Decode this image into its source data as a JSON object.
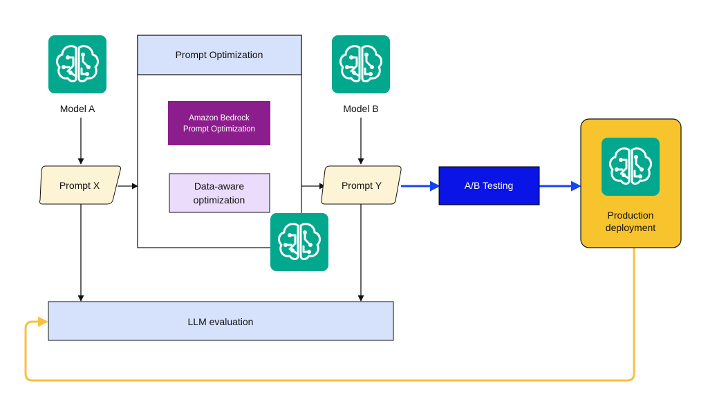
{
  "colors": {
    "model_icon_bg": "#01A88D",
    "bedrock_box": "#8C1D8C",
    "ab_testing": "#0A14E6",
    "production": "#F8C42D",
    "feedback_loop": "#F8C040",
    "flow_arrow_blue": "#1543F5",
    "light_blue_box": "#D6E2FB",
    "lavender_box": "#EADCFA",
    "prompt_shape": "#FDF3D5"
  },
  "icons": {
    "model": "brain-circuit-icon"
  },
  "models": {
    "a_label": "Model A",
    "b_label": "Model B"
  },
  "prompts": {
    "x_label": "Prompt X",
    "y_label": "Prompt Y"
  },
  "optimization": {
    "header": "Prompt Optimization",
    "bedrock_line1": "Amazon Bedrock",
    "bedrock_line2": "Prompt Optimization",
    "data_aware_line1": "Data-aware",
    "data_aware_line2": "optimization"
  },
  "ab_testing": {
    "label": "A/B Testing"
  },
  "production": {
    "line1": "Production",
    "line2": "deployment"
  },
  "evaluation": {
    "label": "LLM evaluation"
  }
}
